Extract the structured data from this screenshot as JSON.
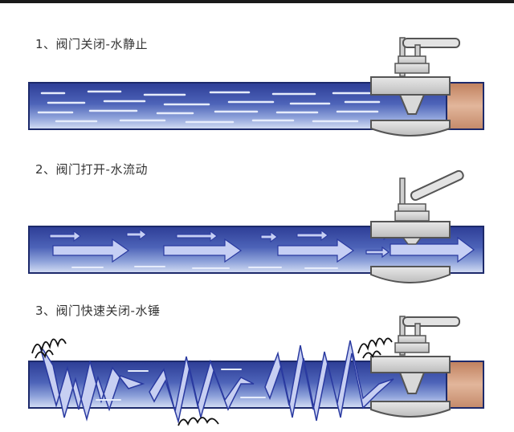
{
  "stages": [
    {
      "caption": "1、阀门关闭-水静止"
    },
    {
      "caption": "2、阀门打开-水流动"
    },
    {
      "caption": "3、阀门快速关闭-水锤"
    }
  ],
  "colors": {
    "pipe_outline": "#1d2a6b",
    "water_dark": "#2d3d96",
    "water_light": "#c9d6f2",
    "valve_gray": "#d3d3d3",
    "valve_edge": "#555555",
    "downstream_pipe": "#d7a384",
    "arrow_fill": "#b9c2f0",
    "shock_fill": "#c7cff2"
  },
  "icons": [
    "valve-icon",
    "flow-arrow-icon",
    "shock-wave-icon",
    "turbulence-icon"
  ]
}
